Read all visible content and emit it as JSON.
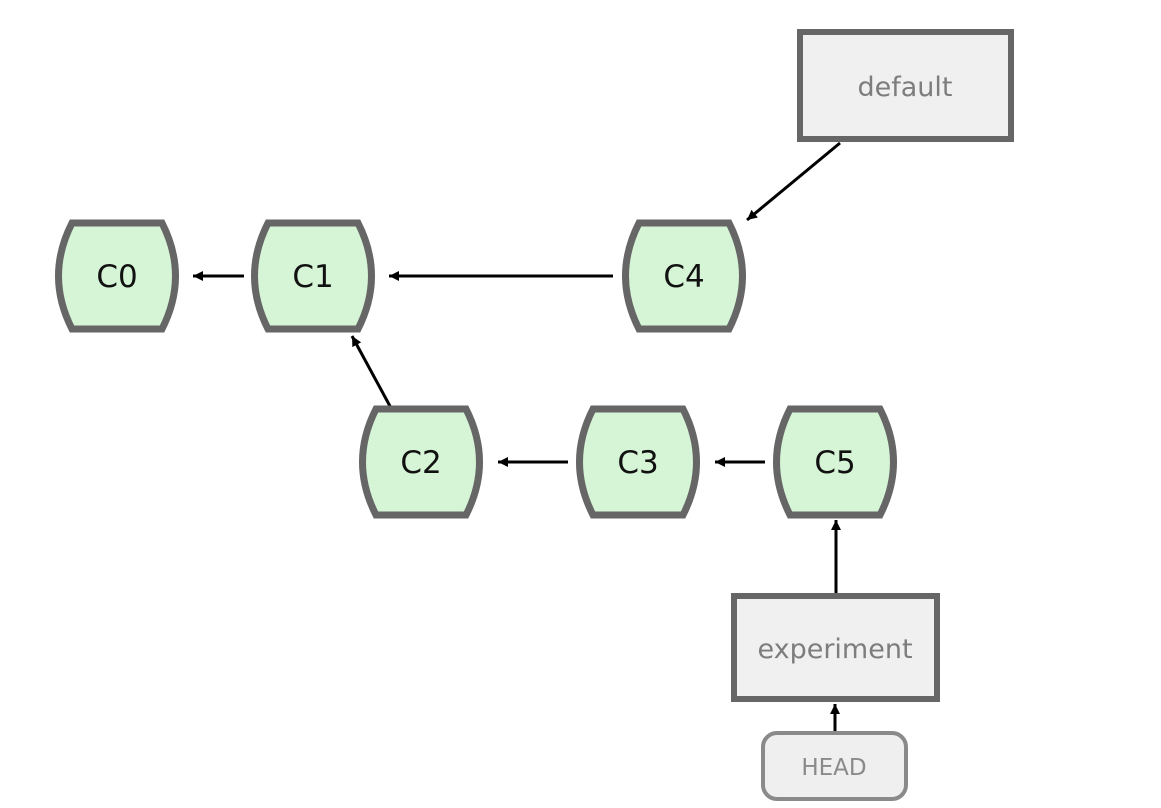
{
  "commits": [
    {
      "id": "c0",
      "label": "C0"
    },
    {
      "id": "c1",
      "label": "C1"
    },
    {
      "id": "c4",
      "label": "C4"
    },
    {
      "id": "c2",
      "label": "C2"
    },
    {
      "id": "c3",
      "label": "C3"
    },
    {
      "id": "c5",
      "label": "C5"
    }
  ],
  "branches": [
    {
      "id": "default",
      "label": "default",
      "target": "c4"
    },
    {
      "id": "experiment",
      "label": "experiment",
      "target": "c5"
    }
  ],
  "head": {
    "label": "HEAD",
    "target": "experiment"
  },
  "edges": [
    {
      "from": "c1",
      "to": "c0"
    },
    {
      "from": "c4",
      "to": "c1"
    },
    {
      "from": "c2",
      "to": "c1"
    },
    {
      "from": "c3",
      "to": "c2"
    },
    {
      "from": "c5",
      "to": "c3"
    }
  ],
  "colors": {
    "commit_fill": "#d6f4d6",
    "commit_stroke": "#666666",
    "ref_fill": "#f0f0f0",
    "ref_stroke": "#666666",
    "head_stroke": "#8a8a8a",
    "arrow": "#000000"
  }
}
